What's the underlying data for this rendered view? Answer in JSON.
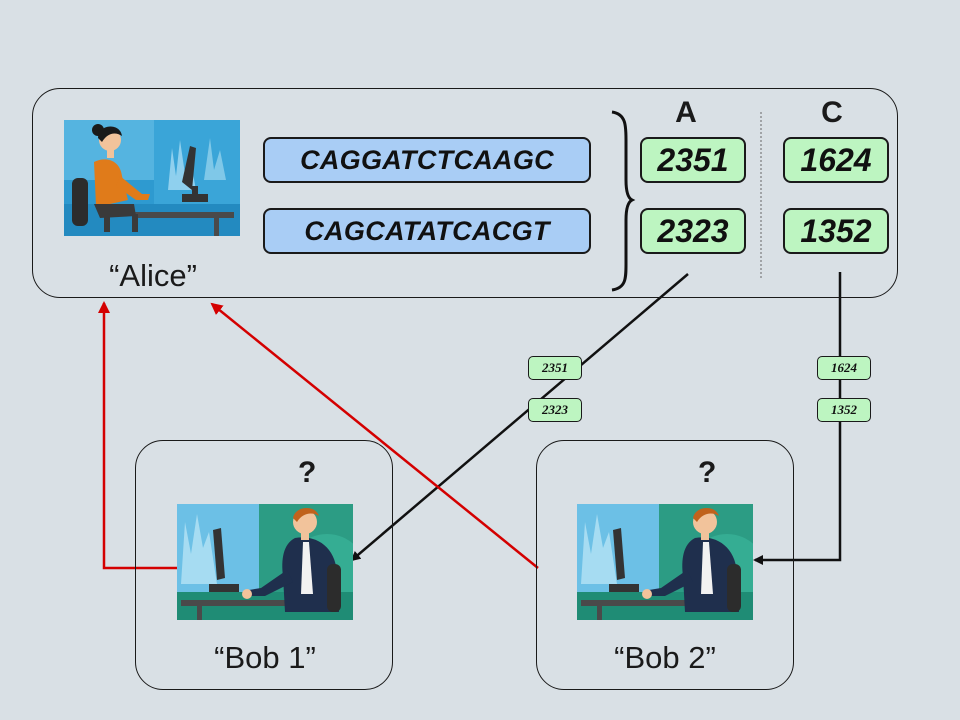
{
  "alice": {
    "label": "“Alice”",
    "sequences": [
      "CAGGATCTCAAGC",
      "CAGCATATCACGT"
    ],
    "column_a_header": "A",
    "column_c_header": "C",
    "column_a_values": [
      "2351",
      "2323"
    ],
    "column_c_values": [
      "1624",
      "1352"
    ]
  },
  "bob1": {
    "label": "“Bob 1”",
    "question": "?",
    "received": [
      "2351",
      "2323"
    ]
  },
  "bob2": {
    "label": "“Bob 2”",
    "question": "?",
    "received": [
      "1624",
      "1352"
    ]
  },
  "colors": {
    "background": "#d9e0e5",
    "sequence_fill": "#a9cdf5",
    "number_fill": "#bdf5c1",
    "arrow_black": "#111111",
    "arrow_red": "#d40000"
  }
}
